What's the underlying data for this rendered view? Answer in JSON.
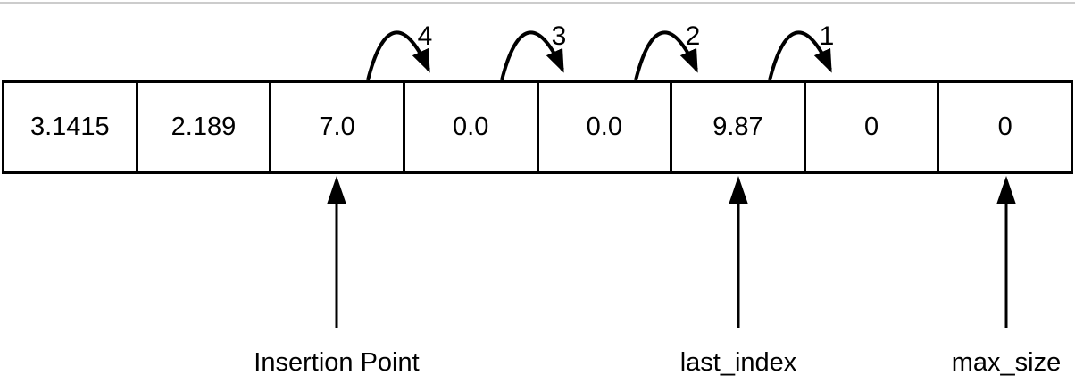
{
  "diagram": {
    "array_cells": [
      "3.1415",
      "2.189",
      "7.0",
      "0.0",
      "0.0",
      "9.87",
      "0",
      "0"
    ],
    "shift_arrows": [
      {
        "label": "4",
        "from_cell": 2,
        "to_cell": 3
      },
      {
        "label": "3",
        "from_cell": 3,
        "to_cell": 4
      },
      {
        "label": "2",
        "from_cell": 4,
        "to_cell": 5
      },
      {
        "label": "1",
        "from_cell": 5,
        "to_cell": 6
      }
    ],
    "pointers": [
      {
        "label": "Insertion Point",
        "cell": 2
      },
      {
        "label": "last_index",
        "cell": 5
      },
      {
        "label": "max_size",
        "cell": 7
      }
    ],
    "colors": {
      "ink": "#000000",
      "background": "#ffffff",
      "top_rule": "#cccccc"
    }
  }
}
